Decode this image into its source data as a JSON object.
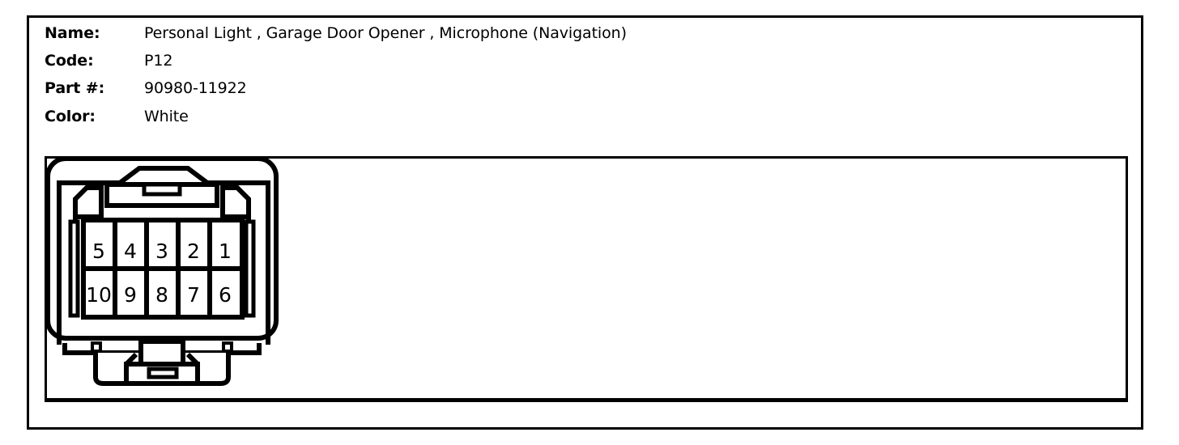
{
  "header": {
    "rows": [
      {
        "label": "Name:",
        "value": "Personal Light , Garage Door Opener , Microphone (Navigation)"
      },
      {
        "label": "Code:",
        "value": "P12"
      },
      {
        "label": "Part #:",
        "value": "90980-11922"
      },
      {
        "label": "Color:",
        "value": "White"
      }
    ]
  },
  "connector": {
    "type": "10-pin automotive connector front view",
    "rows": [
      {
        "pins": [
          "5",
          "4",
          "3",
          "2",
          "1"
        ]
      },
      {
        "pins": [
          "10",
          "9",
          "8",
          "7",
          "6"
        ]
      }
    ],
    "pin_count": 10,
    "outline_color": "#000000",
    "fill_color": "#ffffff"
  }
}
